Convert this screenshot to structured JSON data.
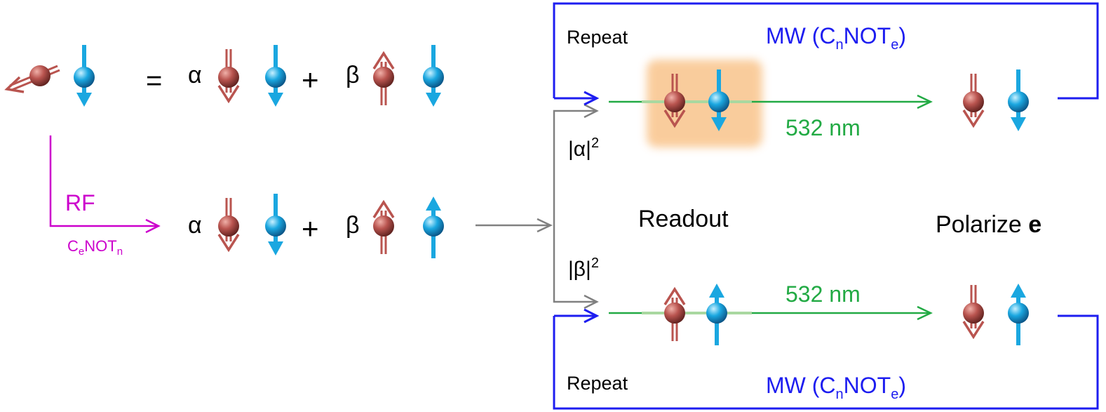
{
  "left": {
    "equals": "=",
    "alpha": "α",
    "beta": "β",
    "plus": "+",
    "rf": "RF",
    "cnot_e": {
      "C": "C",
      "sub1": "e",
      "mid": "NOT",
      "sub2": "n"
    }
  },
  "right": {
    "repeat_top": "Repeat",
    "repeat_bottom": "Repeat",
    "mw_top": {
      "pre": "MW (C",
      "sub1": "n",
      "mid": "NOT",
      "sub2": "e",
      "post": ")"
    },
    "mw_bottom": {
      "pre": "MW (C",
      "sub1": "n",
      "mid": "NOT",
      "sub2": "e",
      "post": ")"
    },
    "laser_top": "532 nm",
    "laser_bottom": "532 nm",
    "alpha_prob": {
      "base": "|α|",
      "sup": "2"
    },
    "beta_prob": {
      "base": "|β|",
      "sup": "2"
    },
    "readout": "Readout",
    "polarize": "Polarize ",
    "polarize_bold": "e"
  },
  "colors": {
    "nuclear": "#b9544f",
    "electron": "#1aa7e0",
    "magenta": "#cc00cc",
    "laser": "#22aa44",
    "loop": "#1d1df0",
    "gray": "#808080",
    "highlight": "#f9c48b"
  }
}
